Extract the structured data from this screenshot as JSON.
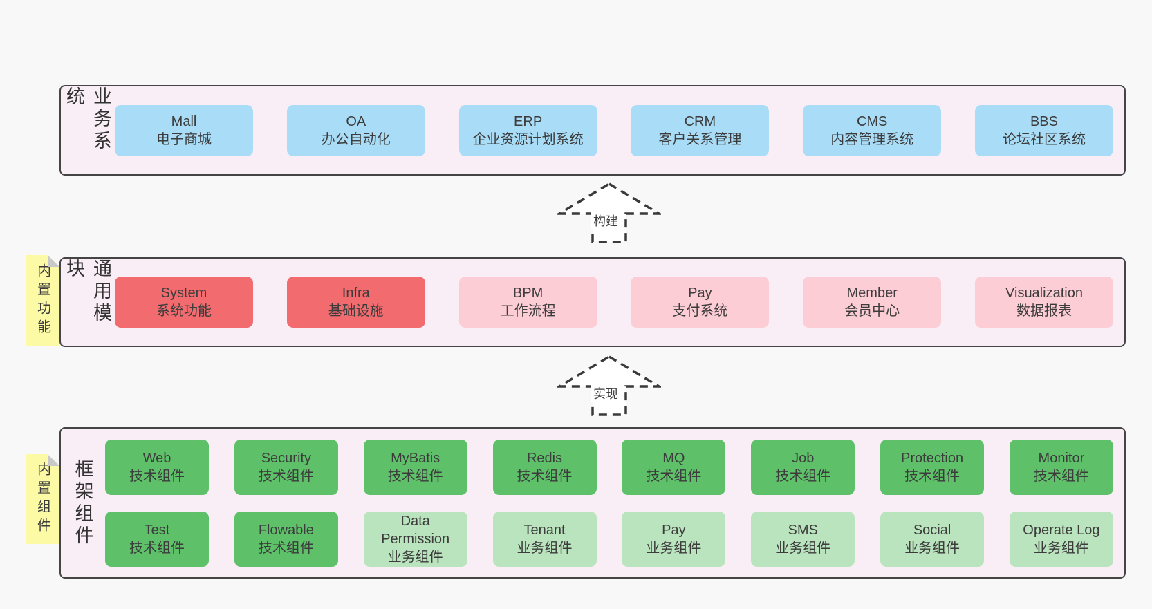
{
  "colors": {
    "page_bg": "#f8f8f8",
    "band_bg": "#f9edf6",
    "band_border": "#454545",
    "box_blue": "#a9dcf6",
    "box_red": "#f16b6f",
    "box_pink": "#fccdd5",
    "box_green": "#5ec169",
    "box_green_light": "#bae4bd",
    "note_yellow": "#fcfaa5",
    "note_fold_gray": "#c9c9c9",
    "text": "#3c3c3c"
  },
  "bands": [
    {
      "label": "业务系统",
      "boxes": [
        {
          "name": "Mall",
          "desc": "电子商城"
        },
        {
          "name": "OA",
          "desc": "办公自动化"
        },
        {
          "name": "ERP",
          "desc": "企业资源计划系统"
        },
        {
          "name": "CRM",
          "desc": "客户关系管理"
        },
        {
          "name": "CMS",
          "desc": "内容管理系统"
        },
        {
          "name": "BBS",
          "desc": "论坛社区系统"
        }
      ]
    },
    {
      "label": "通用模块",
      "note": "内置功能",
      "boxes": [
        {
          "name": "System",
          "desc": "系统功能"
        },
        {
          "name": "Infra",
          "desc": "基础设施"
        },
        {
          "name": "BPM",
          "desc": "工作流程"
        },
        {
          "name": "Pay",
          "desc": "支付系统"
        },
        {
          "name": "Member",
          "desc": "会员中心"
        },
        {
          "name": "Visualization",
          "desc": "数据报表"
        }
      ]
    },
    {
      "label": "框架组件",
      "note": "内置组件",
      "rows": [
        {
          "boxes": [
            {
              "name": "Web",
              "desc": "技术组件"
            },
            {
              "name": "Security",
              "desc": "技术组件"
            },
            {
              "name": "MyBatis",
              "desc": "技术组件"
            },
            {
              "name": "Redis",
              "desc": "技术组件"
            },
            {
              "name": "MQ",
              "desc": "技术组件"
            },
            {
              "name": "Job",
              "desc": "技术组件"
            },
            {
              "name": "Protection",
              "desc": "技术组件"
            },
            {
              "name": "Monitor",
              "desc": "技术组件"
            }
          ]
        },
        {
          "boxes": [
            {
              "name": "Test",
              "desc": "技术组件"
            },
            {
              "name": "Flowable",
              "desc": "技术组件"
            },
            {
              "name": "Data Permission",
              "desc": "业务组件"
            },
            {
              "name": "Tenant",
              "desc": "业务组件"
            },
            {
              "name": "Pay",
              "desc": "业务组件"
            },
            {
              "name": "SMS",
              "desc": "业务组件"
            },
            {
              "name": "Social",
              "desc": "业务组件"
            },
            {
              "name": "Operate Log",
              "desc": "业务组件"
            }
          ]
        }
      ]
    }
  ],
  "arrows": [
    {
      "label": "构建"
    },
    {
      "label": "实现"
    }
  ]
}
